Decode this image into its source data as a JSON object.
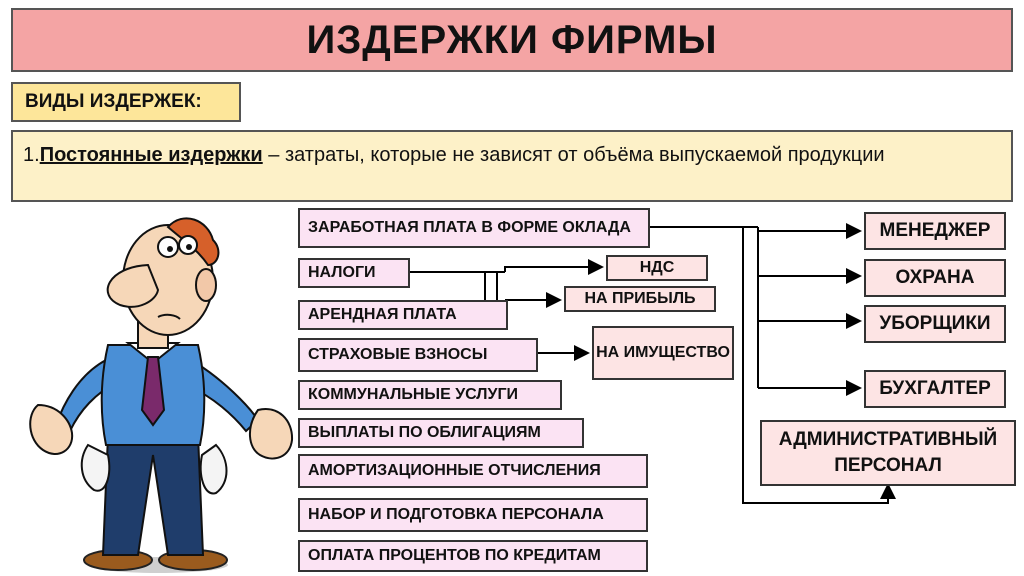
{
  "title": "ИЗДЕРЖКИ ФИРМЫ",
  "types_label": "ВИДЫ ИЗДЕРЖЕК:",
  "definition": {
    "number": "1.",
    "term": "Постоянные издержки",
    "text": " – затраты, которые не зависят от объёма выпускаемой продукции"
  },
  "cost_items": [
    "ЗАРАБОТНАЯ ПЛАТА В ФОРМЕ ОКЛАДА",
    "НАЛОГИ",
    "АРЕНДНАЯ ПЛАТА",
    "СТРАХОВЫЕ ВЗНОСЫ",
    "КОММУНАЛЬНЫЕ УСЛУГИ",
    "ВЫПЛАТЫ ПО ОБЛИГАЦИЯМ",
    "АМОРТИЗАЦИОННЫЕ ОТЧИСЛЕНИЯ",
    "НАБОР И ПОДГОТОВКА ПЕРСОНАЛА",
    "ОПЛАТА ПРОЦЕНТОВ ПО КРЕДИТАМ"
  ],
  "tax_types": [
    "НДС",
    "НА ПРИБЫЛЬ",
    "НА ИМУЩЕСТВО"
  ],
  "staff": [
    "МЕНЕДЖЕР",
    "ОХРАНА",
    "УБОРЩИКИ",
    "БУХГАЛТЕР",
    "АДМИНИСТРАТИВНЫЙ ПЕРСОНАЛ"
  ]
}
